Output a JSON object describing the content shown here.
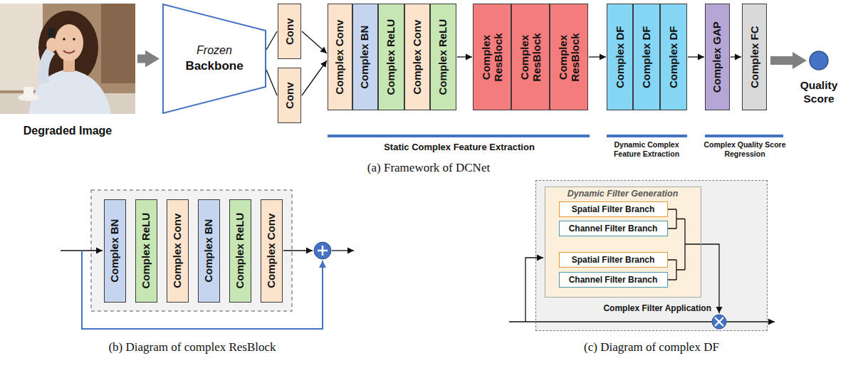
{
  "diagram": {
    "nodes": [
      {
        "text": [
          "Degraded Image"
        ]
      },
      {
        "text": [
          "Frozen",
          "Backbone"
        ]
      },
      {
        "text": [
          "Conv"
        ]
      },
      {
        "text": [
          "Conv"
        ]
      },
      {
        "text": [
          "Complex Conv"
        ]
      },
      {
        "text": [
          "Complex BN"
        ]
      },
      {
        "text": [
          "Complex ReLU"
        ]
      },
      {
        "text": [
          "Complex Conv"
        ]
      },
      {
        "text": [
          "Complex ReLU"
        ]
      },
      {
        "text": [
          "Complex ResBlock"
        ]
      },
      {
        "text": [
          "Complex ResBlock"
        ]
      },
      {
        "text": [
          "Complex ResBlock"
        ]
      },
      {
        "text": [
          "Complex DF"
        ]
      },
      {
        "text": [
          "Complex DF"
        ]
      },
      {
        "text": [
          "Complex DF"
        ]
      },
      {
        "text": [
          "Complex GAP"
        ]
      },
      {
        "text": [
          "Complex FC"
        ]
      },
      {
        "text": [
          "Quality Score"
        ]
      },
      {
        "text": [
          "Complex BN"
        ]
      },
      {
        "text": [
          "Complex ReLU"
        ]
      },
      {
        "text": [
          "Complex Conv"
        ]
      },
      {
        "text": [
          "Complex BN"
        ]
      },
      {
        "text": [
          "Complex ReLU"
        ]
      },
      {
        "text": [
          "Complex Conv"
        ]
      },
      {
        "text": [
          "Complex Filter Application"
        ]
      },
      {
        "text": [
          "Dynamic Filter Generation"
        ],
        "in": 24
      },
      {
        "text": [
          "Spatial Filter Branch"
        ],
        "in": 25
      },
      {
        "text": [
          "Channel Filter Branch"
        ],
        "in": 25
      },
      {
        "text": [
          "Spatial Filter Branch"
        ],
        "in": 25
      },
      {
        "text": [
          "Channel Filter Branch"
        ],
        "in": 25
      }
    ],
    "edges": [
      {
        "from": 0,
        "to": 1,
        "arrow": "to"
      },
      {
        "from": 1,
        "to": 2,
        "arrow": "none"
      },
      {
        "from": 1,
        "to": 3,
        "arrow": "none"
      },
      {
        "from": 2,
        "to": 4,
        "arrow": "to"
      },
      {
        "from": 3,
        "to": 4,
        "arrow": "to"
      },
      {
        "from": 8,
        "to": 9,
        "arrow": "to"
      },
      {
        "from": 11,
        "to": 12,
        "arrow": "to"
      },
      {
        "from": 14,
        "to": 15,
        "arrow": "to"
      },
      {
        "from": 15,
        "to": 16,
        "arrow": "to"
      },
      {
        "from": 16,
        "to": 17,
        "arrow": "to"
      }
    ],
    "labels": [
      "Static Complex Feature Extraction",
      "Dynamic Complex Feature Extraction",
      "Complex Quality Score Regression",
      "(a) Framework of DCNet",
      "(b) Diagram of complex ResBlock",
      "(c) Diagram of complex DF"
    ]
  }
}
